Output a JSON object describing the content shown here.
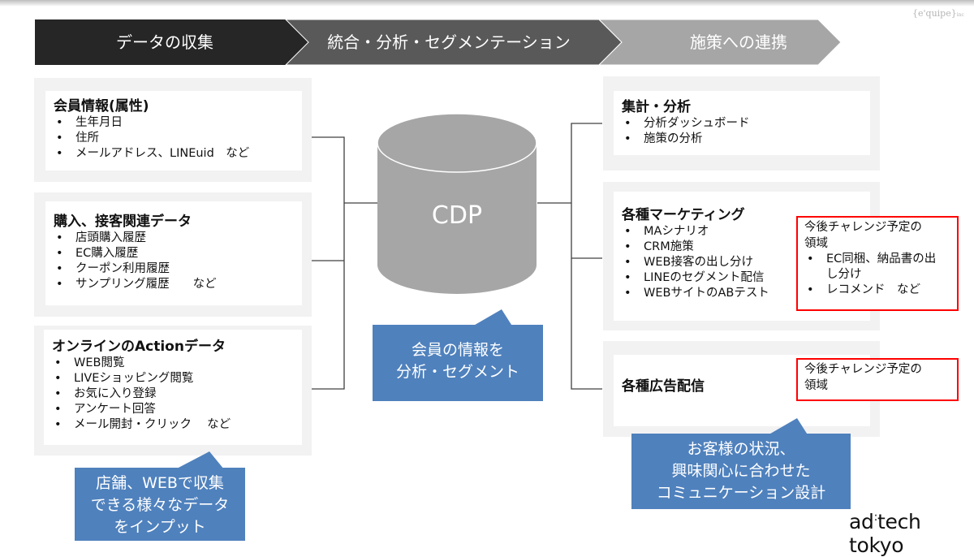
{
  "brand": "{e'quipe}",
  "brand_suffix": "inc",
  "steps": [
    {
      "label": "データの収集"
    },
    {
      "label": "統合・分析・セグメンテーション"
    },
    {
      "label": "施策への連携"
    }
  ],
  "left_boxes": [
    {
      "title": "会員情報(属性)",
      "items": [
        "生年月日",
        "住所",
        "メールアドレス、LINEuid　など"
      ]
    },
    {
      "title": "購入、接客関連データ",
      "items": [
        "店頭購入履歴",
        "EC購入履歴",
        "クーポン利用履歴",
        "サンプリング履歴　　など"
      ]
    },
    {
      "title": "オンラインのActionデータ",
      "items": [
        "WEB閲覧",
        "LIVEショッピング閲覧",
        "お気に入り登録",
        "アンケート回答",
        "メール開封・クリック　 など"
      ]
    }
  ],
  "center": {
    "cylinder_label": "CDP",
    "callout_lines": [
      "会員の情報を",
      "分析・セグメント"
    ]
  },
  "left_callout_lines": [
    "店舗、WEBで収集",
    "できる様々なデータ",
    "をインプット"
  ],
  "right_boxes": [
    {
      "title": "集計・分析",
      "items": [
        "分析ダッシュボード",
        "施策の分析"
      ]
    },
    {
      "title": "各種マーケティング",
      "items": [
        "MAシナリオ",
        "CRM施策",
        "WEB接客の出し分け",
        "LINEのセグメント配信",
        "WEBサイトのABテスト"
      ],
      "note": {
        "heading_lines": [
          "今後チャレンジ予定の",
          "領域"
        ],
        "items": [
          "EC同梱、納品書の出し分け",
          "レコメンド　など"
        ]
      }
    },
    {
      "title": "各種広告配信",
      "items": [],
      "note": {
        "heading_lines": [
          "今後チャレンジ予定の",
          "領域"
        ],
        "items": []
      }
    }
  ],
  "right_callout_lines": [
    "お客様の状況、",
    "興味関心に合わせた",
    "コミュニケーション設計"
  ],
  "logo": {
    "left": "ad",
    "right": "tech tokyo"
  },
  "colors": {
    "step1": "#262626",
    "step2": "#595959",
    "step3": "#a6a6a6",
    "callout": "#4f81bd",
    "cylinder": "#a6a6a6",
    "highlight": "#ff0000"
  }
}
